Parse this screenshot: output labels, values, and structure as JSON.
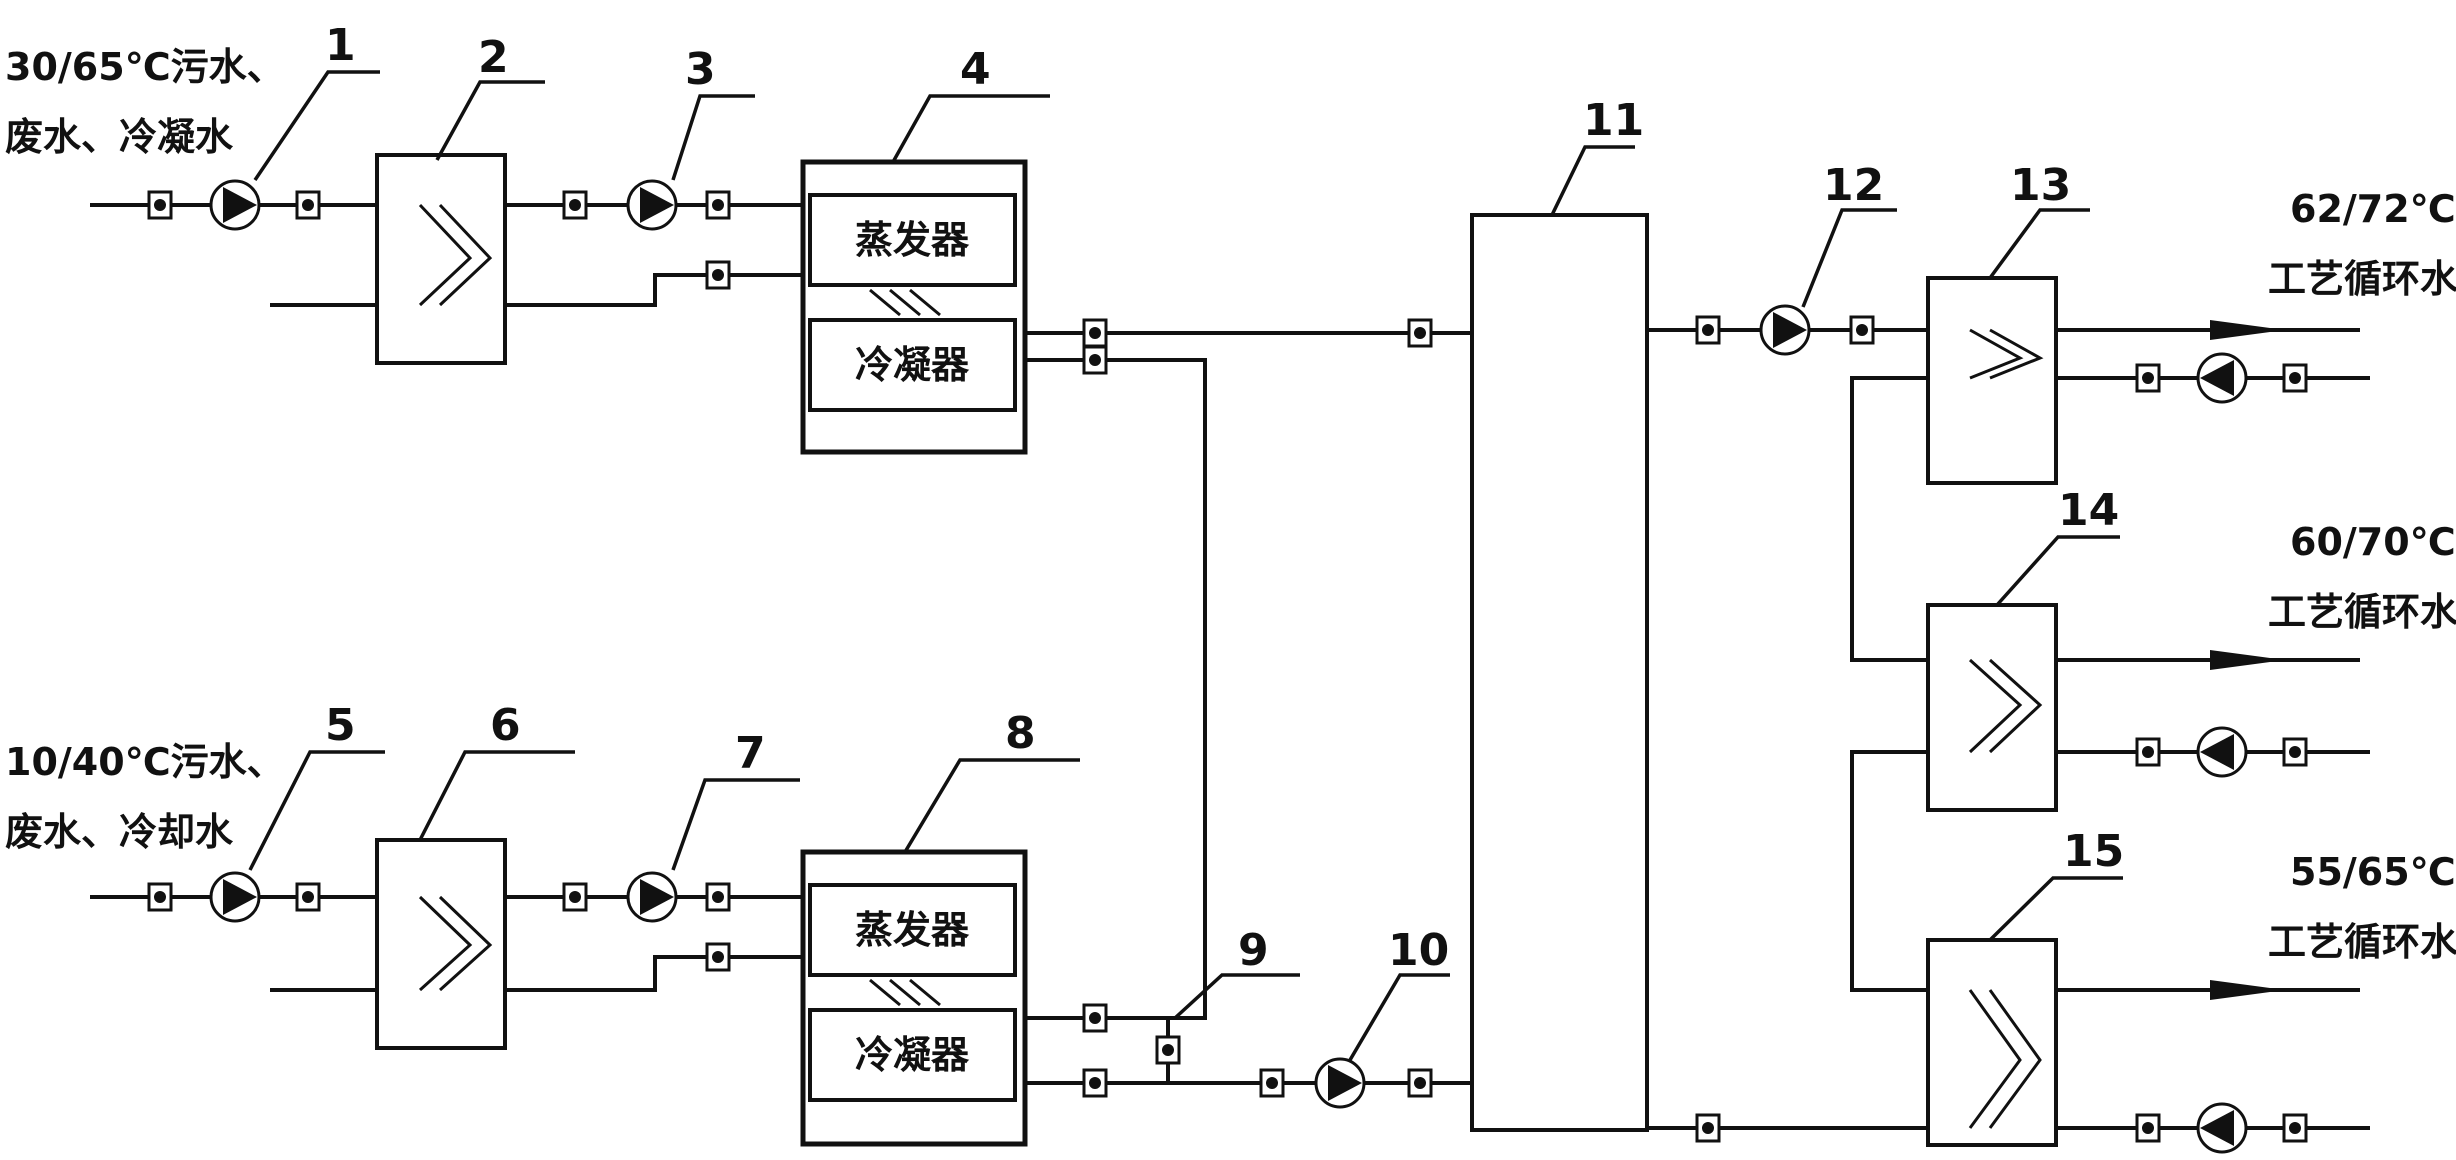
{
  "inlets": {
    "hot_temp": "30/65℃污水、",
    "hot_kind": "废水、冷凝水",
    "cold_temp": "10/40℃污水、",
    "cold_kind": "废水、冷却水"
  },
  "outlets": {
    "o1_temp": "62/72℃",
    "o1_name": "工艺循环水",
    "o2_temp": "60/70℃",
    "o2_name": "工艺循环水",
    "o3_temp": "55/65℃",
    "o3_name": "工艺循环水"
  },
  "units": {
    "hp1_evaporator": "蒸发器",
    "hp1_condenser": "冷凝器",
    "hp2_evaporator": "蒸发器",
    "hp2_condenser": "冷凝器"
  },
  "numbers": [
    "1",
    "2",
    "3",
    "4",
    "5",
    "6",
    "7",
    "8",
    "9",
    "10",
    "11",
    "12",
    "13",
    "14",
    "15"
  ]
}
